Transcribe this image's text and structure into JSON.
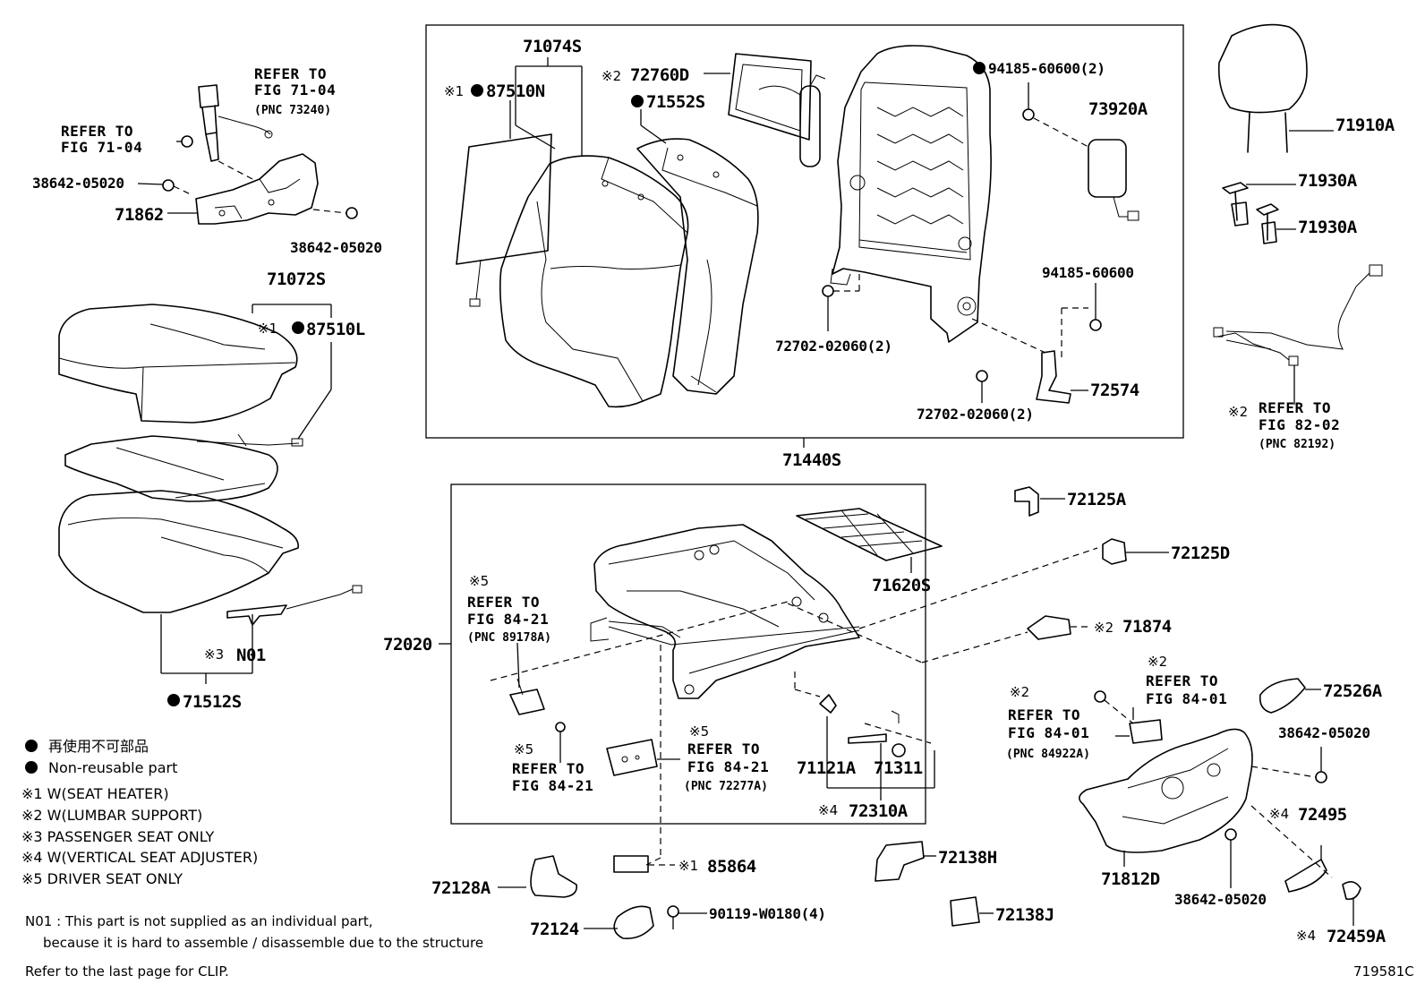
{
  "parts": {
    "p71074S": "71074S",
    "p87510N": "87510N",
    "p72760D": "72760D",
    "p71552S": "71552S",
    "p94185_60600_2": "94185-60600(2)",
    "p73920A": "73920A",
    "p71910A": "71910A",
    "p71930A_1": "71930A",
    "p71930A_2": "71930A",
    "p38642_05020_a": "38642-05020",
    "p71862": "71862",
    "p38642_05020_b": "38642-05020",
    "p71072S": "71072S",
    "p87510L": "87510L",
    "p94185_60600": "94185-60600",
    "p72702_02060_2a": "72702-02060(2)",
    "p72574": "72574",
    "p72702_02060_2b": "72702-02060(2)",
    "p71440S": "71440S",
    "p72125A": "72125A",
    "p72125D": "72125D",
    "p71620S": "71620S",
    "p71874": "71874",
    "p72020": "72020",
    "pN01": "N01",
    "p71512S": "71512S",
    "p72526A": "72526A",
    "p38642_05020_c": "38642-05020",
    "p71121A": "71121A",
    "p71311": "71311",
    "p72310A": "72310A",
    "p72495": "72495",
    "p71812D": "71812D",
    "p38642_05020_d": "38642-05020",
    "p85864": "85864",
    "p72138H": "72138H",
    "p72128A": "72128A",
    "p72138J": "72138J",
    "p72124": "72124",
    "p90119_W0180_4": "90119-W0180(4)",
    "p72459A": "72459A"
  },
  "references": {
    "ref_fig71_04_top": [
      "REFER TO",
      "FIG 71-04",
      "(PNC 73240)"
    ],
    "ref_fig71_04_left": [
      "REFER TO",
      "FIG 71-04"
    ],
    "ref_fig82_02": [
      "REFER TO",
      "FIG 82-02",
      "(PNC 82192)"
    ],
    "ref_fig84_21_a": [
      "REFER TO",
      "FIG 84-21",
      "(PNC 89178A)"
    ],
    "ref_fig84_21_b": [
      "REFER TO",
      "FIG 84-21"
    ],
    "ref_fig84_21_c": [
      "REFER TO",
      "FIG 84-21",
      "(PNC 72277A)"
    ],
    "ref_fig84_01_a": [
      "REFER TO",
      "FIG 84-01"
    ],
    "ref_fig84_01_b": [
      "REFER TO",
      "FIG 84-01",
      "(PNC 84922A)"
    ]
  },
  "marks": {
    "m1": "※1",
    "m2": "※2",
    "m3": "※3",
    "m4": "※4",
    "m5": "※5"
  },
  "legend": {
    "dot_jp": "再使用不可部品",
    "dot_en": "Non-reusable part",
    "n1": "※1 W(SEAT HEATER)",
    "n2": "※2 W(LUMBAR SUPPORT)",
    "n3": "※3 PASSENGER SEAT ONLY",
    "n4": "※4 W(VERTICAL SEAT ADJUSTER)",
    "n5": "※5 DRIVER SEAT ONLY"
  },
  "notes": {
    "n01_line1": "N01 : This part is not supplied as an individual part,",
    "n01_line2": "because it is hard to assemble / disassemble due to the structure",
    "clip": "Refer to the last page for CLIP."
  },
  "figure_id": "719581C"
}
